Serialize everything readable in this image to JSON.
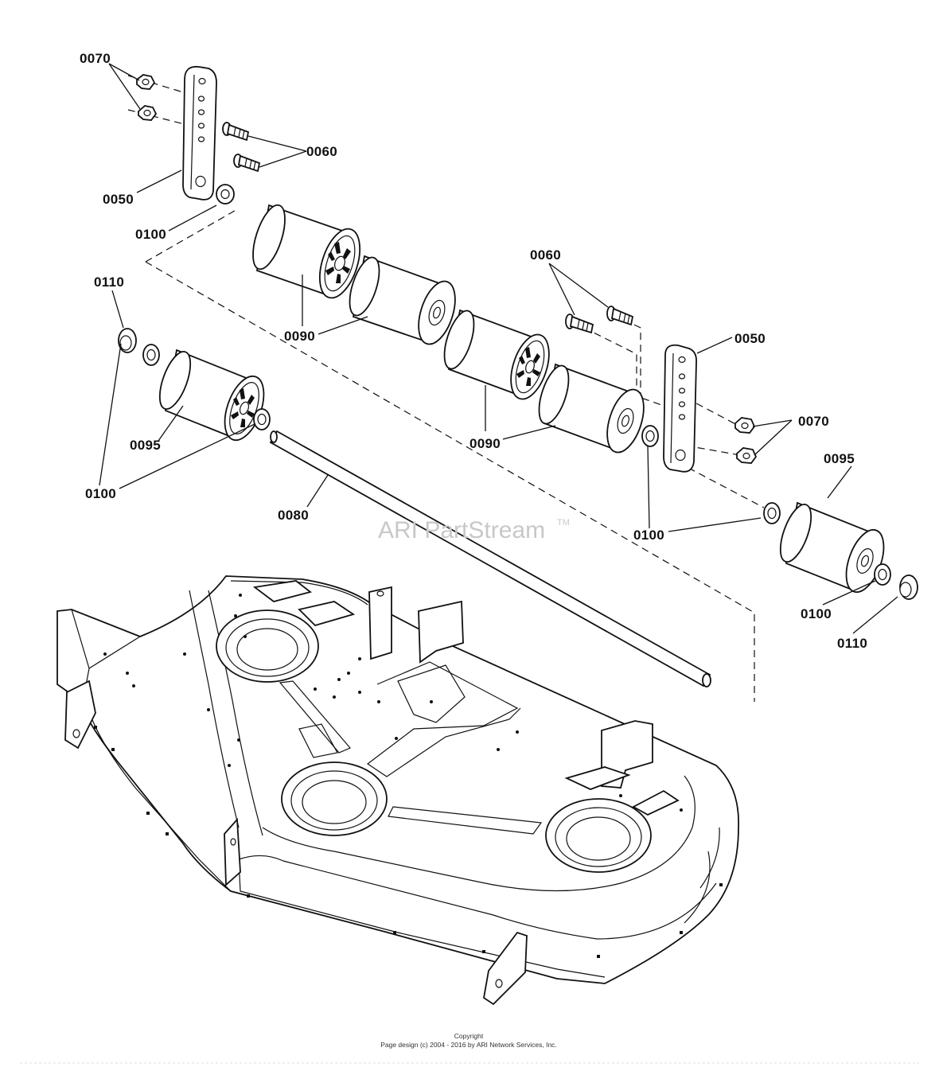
{
  "diagram": {
    "watermark": "ARI PartStream",
    "watermark_tm": "TM",
    "footer": {
      "line1": "Copyright",
      "line2": "Page design (c) 2004 - 2016 by ARI Network Services, Inc."
    },
    "callouts": {
      "c0070_top": "0070",
      "c0060_top": "0060",
      "c0050_left": "0050",
      "c0100_top": "0100",
      "c0110_left": "0110",
      "c0090_left": "0090",
      "c0095_left": "0095",
      "c0100_left": "0100",
      "c0080": "0080",
      "c0060_right": "0060",
      "c0050_right": "0050",
      "c0070_right": "0070",
      "c0090_mid": "0090",
      "c0095_right": "0095",
      "c0100_mid": "0100",
      "c0100_right": "0100",
      "c0110_right": "0110"
    }
  }
}
